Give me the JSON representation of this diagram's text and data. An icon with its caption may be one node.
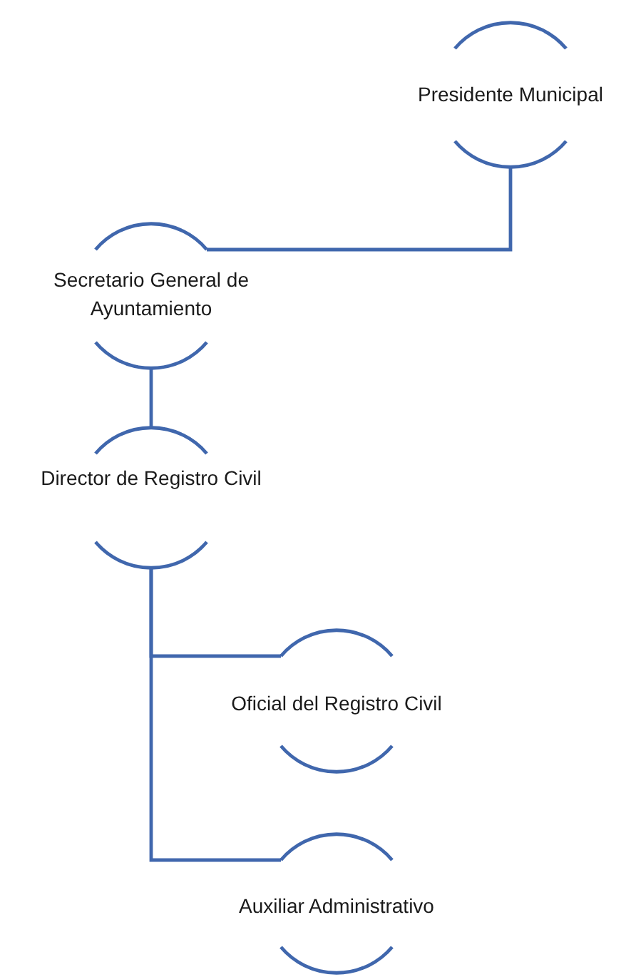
{
  "diagram": {
    "nodes": [
      {
        "text": [
          "Presidente Municipal"
        ]
      },
      {
        "text": [
          "Secretario General de Ayuntamiento"
        ]
      },
      {
        "text": [
          "Director de Registro Civil"
        ]
      },
      {
        "text": [
          "Oficial del Registro Civil"
        ]
      },
      {
        "text": [
          "Auxiliar Administrativo"
        ]
      }
    ],
    "edges": [
      {
        "from": 0,
        "to": 1,
        "arrow": "none"
      },
      {
        "from": 1,
        "to": 2,
        "arrow": "none"
      },
      {
        "from": 2,
        "to": 3,
        "arrow": "none"
      },
      {
        "from": 2,
        "to": 4,
        "arrow": "none"
      }
    ]
  }
}
